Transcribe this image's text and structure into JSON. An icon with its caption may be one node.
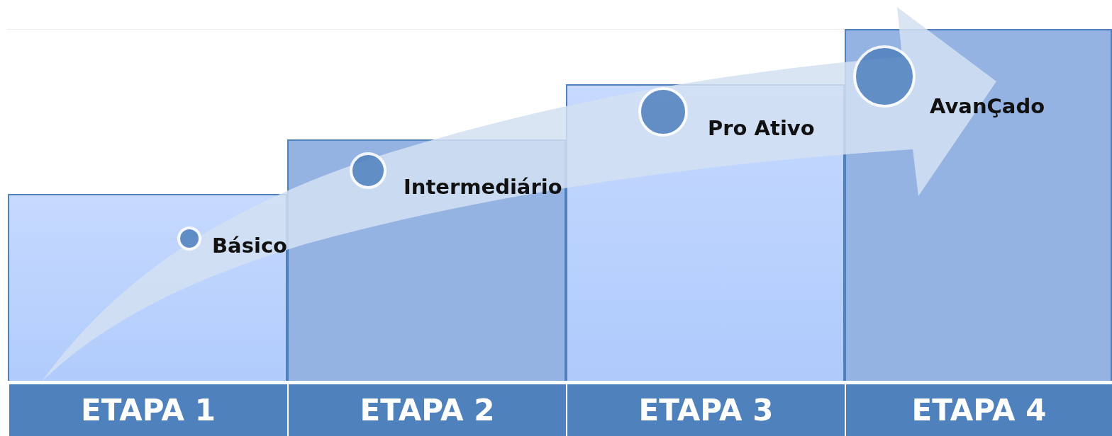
{
  "diagram": {
    "nodes": [
      {
        "text": [
          "ETAPA 1"
        ]
      },
      {
        "text": [],
        "shape": "circle",
        "in": 0,
        "beside": [
          "Básico"
        ]
      },
      {
        "text": [
          "ETAPA 2"
        ]
      },
      {
        "text": [],
        "shape": "circle",
        "in": 2,
        "beside": [
          "Intermediário"
        ]
      },
      {
        "text": [
          "ETAPA 3"
        ]
      },
      {
        "text": [],
        "shape": "circle",
        "in": 4,
        "beside": [
          "Pro Ativo"
        ]
      },
      {
        "text": [
          "ETAPA 4"
        ]
      },
      {
        "text": [],
        "shape": "circle",
        "in": 6,
        "beside": [
          "AvanÇado"
        ]
      }
    ]
  }
}
